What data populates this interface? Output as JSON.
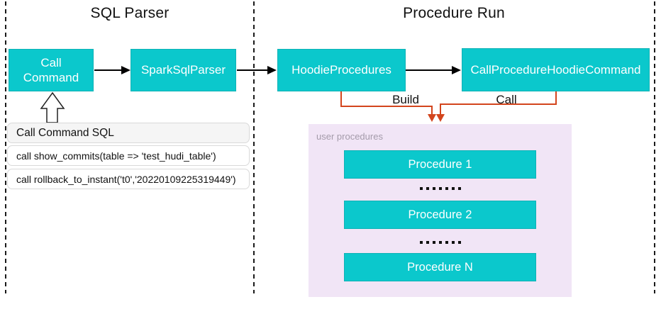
{
  "sections": {
    "sql_parser": {
      "title": "SQL Parser"
    },
    "procedure_run": {
      "title": "Procedure Run"
    }
  },
  "nodes": {
    "call_command": "Call Command",
    "spark_sql_parser": "SparkSqlParser",
    "hoodie_procedures": "HoodieProcedures",
    "call_procedure_hoodie_command": "CallProcedureHoodieCommand"
  },
  "edges": {
    "build_label": "Build",
    "call_label": "Call"
  },
  "sql_panel": {
    "header": "Call Command SQL",
    "rows": [
      "call show_commits(table => 'test_hudi_table')",
      "call rollback_to_instant('t0','20220109225319449')"
    ]
  },
  "user_procedures": {
    "label": "user procedures",
    "items": [
      "Procedure 1",
      "Procedure 2",
      "Procedure N"
    ]
  },
  "colors": {
    "node_fill": "#0BC8CC",
    "panel_fill": "#F1E5F6",
    "connector_orange": "#D3451D",
    "line_black": "#1A1A1A",
    "sql_header_bg": "#F5F5F5"
  }
}
